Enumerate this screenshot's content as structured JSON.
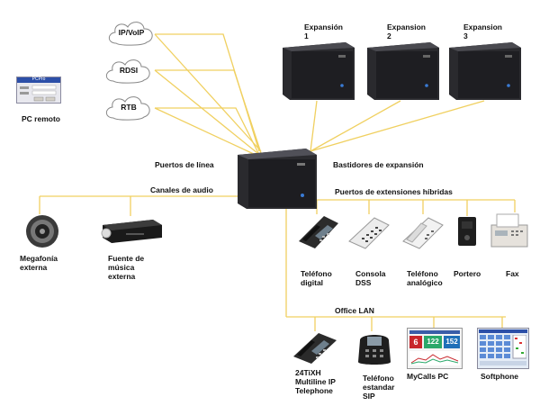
{
  "clouds": [
    {
      "label": "IP/VoIP"
    },
    {
      "label": "RDSI"
    },
    {
      "label": "RTB"
    }
  ],
  "remote_pc": {
    "label": "PC remoto",
    "window_title": "PCPro"
  },
  "expansions": [
    {
      "label": "Expansión\n1"
    },
    {
      "label": "Expansion\n2"
    },
    {
      "label": "Expansion\n3"
    }
  ],
  "labels": {
    "line_ports": "Puertos de línea",
    "expansion_racks": "Bastidores de expansión",
    "audio_channels": "Canales de audio",
    "hybrid_ports": "Puertos de extensiones híbridas",
    "office_lan": "Office LAN"
  },
  "audio_devices": [
    {
      "label": "Megafonía\nexterna"
    },
    {
      "label": "Fuente de\nmúsica\nexterna"
    }
  ],
  "extension_devices": [
    {
      "label": "Teléfono\ndigital"
    },
    {
      "label": "Consola\nDSS"
    },
    {
      "label": "Teléfono\nanalógico"
    },
    {
      "label": "Portero"
    },
    {
      "label": "Fax"
    }
  ],
  "lan_devices": [
    {
      "label": "24TiXH\nMultiline IP\nTelephone"
    },
    {
      "label": "Teléfono\nestandar\nSIP"
    },
    {
      "label": "MyCalls PC"
    },
    {
      "label": "Softphone"
    }
  ],
  "mycalls_numbers": [
    "6",
    "122",
    "152"
  ]
}
